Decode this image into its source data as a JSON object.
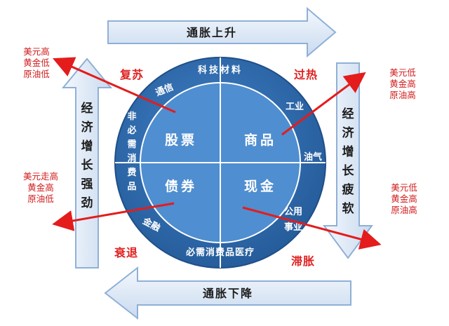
{
  "top_arrow": {
    "label": "通胀上升"
  },
  "bottom_arrow": {
    "label": "通胀下降"
  },
  "left_arrow": {
    "label": [
      "经",
      "济",
      "增",
      "长",
      "强",
      "劲"
    ]
  },
  "right_arrow": {
    "label": [
      "经",
      "济",
      "增",
      "长",
      "疲",
      "软"
    ]
  },
  "phases": {
    "recovery": "复苏",
    "overheat": "过热",
    "recession": "衰退",
    "stagflation": "滞胀"
  },
  "quadrants": {
    "stocks": "股票",
    "commodities": "商品",
    "bonds": "债券",
    "cash": "现金"
  },
  "sectors": {
    "tech_materials": "科技材料",
    "telecom": "通信",
    "industrial": "工业",
    "oil_gas": "油气",
    "non_essential_consumer": [
      "非",
      "必",
      "需",
      "消",
      "费",
      "品"
    ],
    "utilities": [
      "公用",
      "事业"
    ],
    "finance": "金融",
    "essential_consumer_medical": "必需消费品医疗"
  },
  "notes": {
    "top_left": [
      "美元高",
      "黄金低",
      "原油低"
    ],
    "mid_left": [
      "美元走高",
      "黄金高",
      "原油低"
    ],
    "top_right": [
      "美元低",
      "黄金高",
      "原油高"
    ],
    "mid_right": [
      "美元低",
      "黄金高",
      "原油高"
    ]
  },
  "colors": {
    "arrow_fill": "#dfe9f6",
    "arrow_stroke": "#8fb0d6",
    "circle_fill": "#2f6db1",
    "quadrant_fill": "#4f8ed0",
    "accent_red": "#e02020"
  }
}
